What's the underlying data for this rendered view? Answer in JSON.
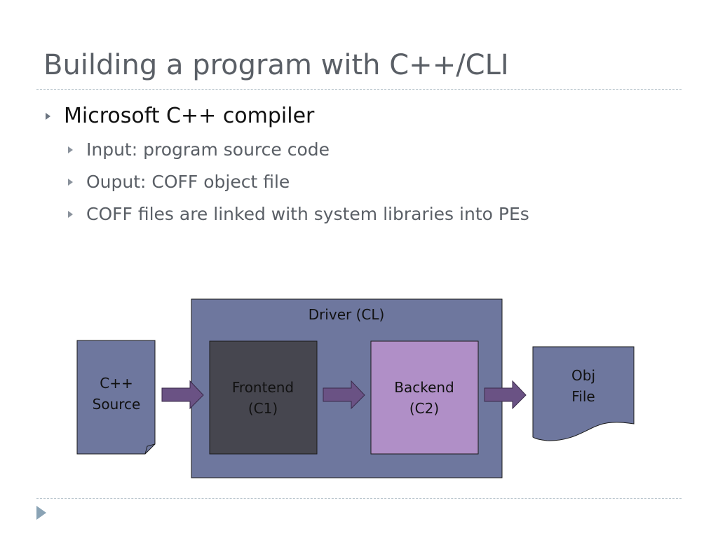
{
  "slide": {
    "title": "Building a program with C++/CLI",
    "bullets": [
      {
        "text": "Microsoft C++ compiler",
        "children": [
          "Input: program source code",
          "Ouput: COFF object file",
          "COFF files are linked with system libraries into PEs"
        ]
      }
    ]
  },
  "diagram": {
    "driver_label": "Driver (CL)",
    "source_lines": [
      "C++",
      "Source"
    ],
    "frontend_lines": [
      "Frontend",
      "(C1)"
    ],
    "backend_lines": [
      "Backend",
      "(C2)"
    ],
    "output_lines": [
      "Obj",
      "File"
    ],
    "colors": {
      "driver_fill": "#6e779e",
      "source_fill": "#6e779e",
      "frontend_fill": "#46464f",
      "backend_fill": "#b08fc7",
      "output_fill": "#6e779e",
      "arrow_fill": "#6a5284"
    }
  }
}
